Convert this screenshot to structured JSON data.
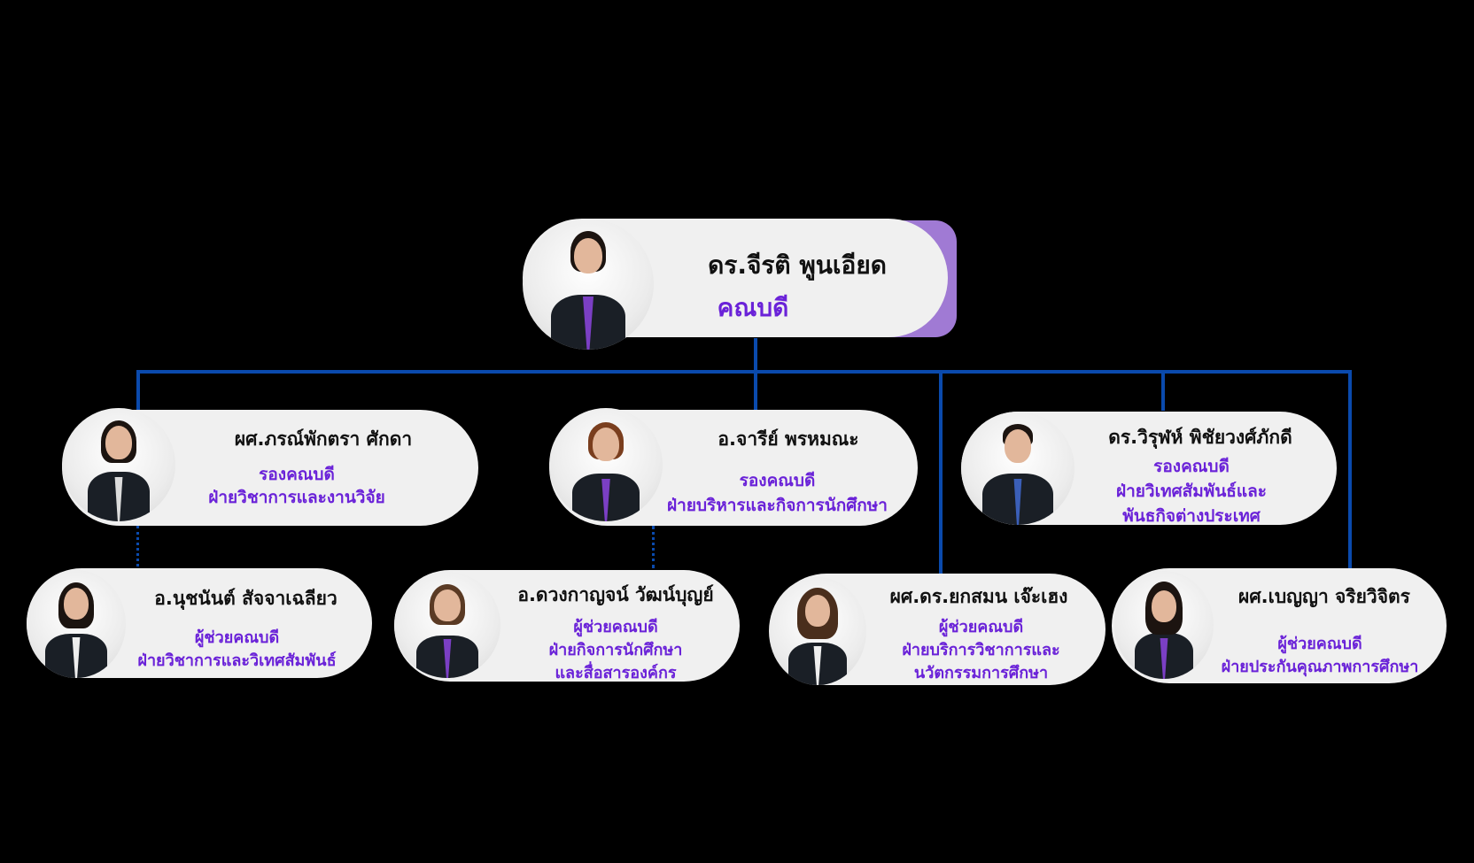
{
  "colors": {
    "background": "#000000",
    "connector": "#0a4aad",
    "card": "#f0f0f0",
    "accent": "#a07ad4",
    "role_text": "#6a22d8",
    "name_text": "#111111"
  },
  "dean": {
    "name": "ดร.จีรติ พูนเอียด",
    "role": "คณบดี",
    "photo": "portrait-woman-icon"
  },
  "deputies": [
    {
      "name": "ผศ.ภรณ์พักตรา ศักดา",
      "role": "รองคณบดี",
      "dept": [
        "ฝ่ายวิชาการและงานวิจัย"
      ]
    },
    {
      "name": "อ.จารีย์ พรหมณะ",
      "role": "รองคณบดี",
      "dept": [
        "ฝ่ายบริหารและกิจการนักศึกษา"
      ]
    },
    {
      "name": "ดร.วิรุฬห์ พิชัยวงศ์ภักดี",
      "role": "รองคณบดี",
      "dept": [
        "ฝ่ายวิเทศสัมพันธ์และ",
        "พันธกิจต่างประเทศ"
      ]
    }
  ],
  "assistants": [
    {
      "name": "อ.นุชนันต์ สัจจาเฉลียว",
      "role": "ผู้ช่วยคณบดี",
      "dept": [
        "ฝ่ายวิชาการและวิเทศสัมพันธ์"
      ]
    },
    {
      "name": "อ.ดวงกาญจน์ วัฒน์บุญย์",
      "role": "ผู้ช่วยคณบดี",
      "dept": [
        "ฝ่ายกิจการนักศึกษา",
        "และสื่อสารองค์กร"
      ]
    },
    {
      "name": "ผศ.ดร.ยกสมน เจ๊ะเฮง",
      "role": "ผู้ช่วยคณบดี",
      "dept": [
        "ฝ่ายบริการวิชาการและ",
        "นวัตกรรมการศึกษา"
      ]
    },
    {
      "name": "ผศ.เบญญา จริยวิจิตร",
      "role": "ผู้ช่วยคณบดี",
      "dept": [
        "ฝ่ายประกันคุณภาพการศึกษา"
      ]
    }
  ]
}
